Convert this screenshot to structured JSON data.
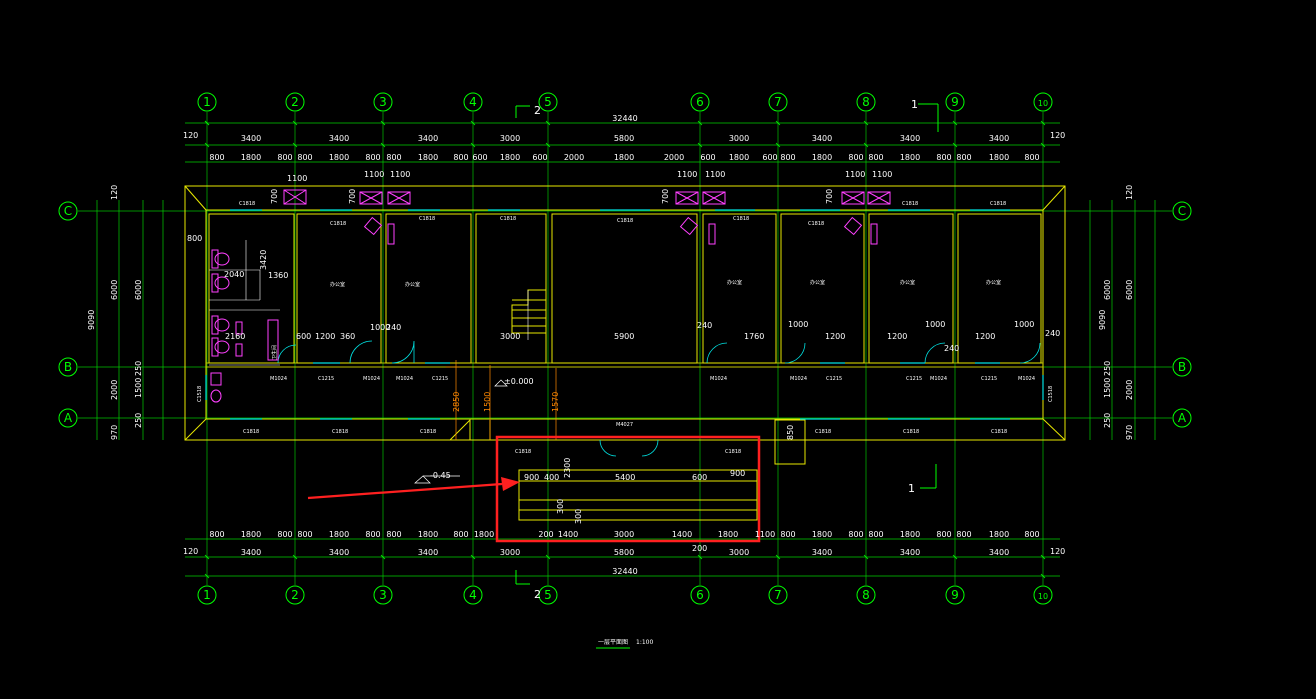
{
  "drawing": {
    "title": "一层平面图",
    "scale": "1:100",
    "level_main": "±0.000",
    "level_outdoor": "-0.45",
    "section_marks": [
      "1",
      "2"
    ]
  },
  "axes": {
    "columns": [
      "1",
      "2",
      "3",
      "4",
      "5",
      "6",
      "7",
      "8",
      "9",
      "10"
    ],
    "rows": [
      "C",
      "B",
      "A"
    ]
  },
  "dimensions": {
    "overall": "32440",
    "edge": "120",
    "bays_top": [
      "3400",
      "3400",
      "3400",
      "3000",
      "5800",
      "3000",
      "3400",
      "3400",
      "3400"
    ],
    "bays_bottom": [
      "3400",
      "3400",
      "3400",
      "3000",
      "5800",
      "3000",
      "3400",
      "3400",
      "3400"
    ],
    "windows_top": [
      "800",
      "1800",
      "800",
      "800",
      "1800",
      "800",
      "800",
      "1800",
      "800",
      "600",
      "1800",
      "600",
      "2000",
      "1800",
      "2000",
      "600",
      "1800",
      "600",
      "800",
      "1800",
      "800",
      "800",
      "1800",
      "800",
      "800",
      "1800",
      "800"
    ],
    "windows_bottom": [
      "800",
      "1800",
      "800",
      "800",
      "1800",
      "800",
      "800",
      "1800",
      "800",
      "1800",
      "200",
      "1400",
      "3000",
      "1400",
      "1800",
      "1100",
      "800",
      "1800",
      "800",
      "800",
      "1800",
      "800",
      "800",
      "1800",
      "800"
    ],
    "left_right": [
      "120",
      "6000",
      "2000",
      "1500",
      "250",
      "250",
      "970",
      "9090"
    ],
    "interior": [
      "1000",
      "240",
      "1200",
      "360",
      "5900",
      "1760",
      "2160",
      "2040",
      "3420",
      "1360",
      "800",
      "1100",
      "700",
      "600",
      "3000",
      "2850",
      "1500",
      "1570",
      "240"
    ],
    "porch": [
      "900",
      "400",
      "2300",
      "5400",
      "600",
      "900",
      "300",
      "200",
      "1800",
      "850"
    ]
  },
  "labels": {
    "windows": [
      "C1818",
      "C1215",
      "C1518",
      "C1818",
      "C1818"
    ],
    "doors": [
      "M1024",
      "M1024",
      "M4027"
    ],
    "rooms": [
      "办公室",
      "卫生间"
    ]
  },
  "annotation": {
    "highlight_color": "#ff2020",
    "arrow_color": "#ff2020"
  }
}
